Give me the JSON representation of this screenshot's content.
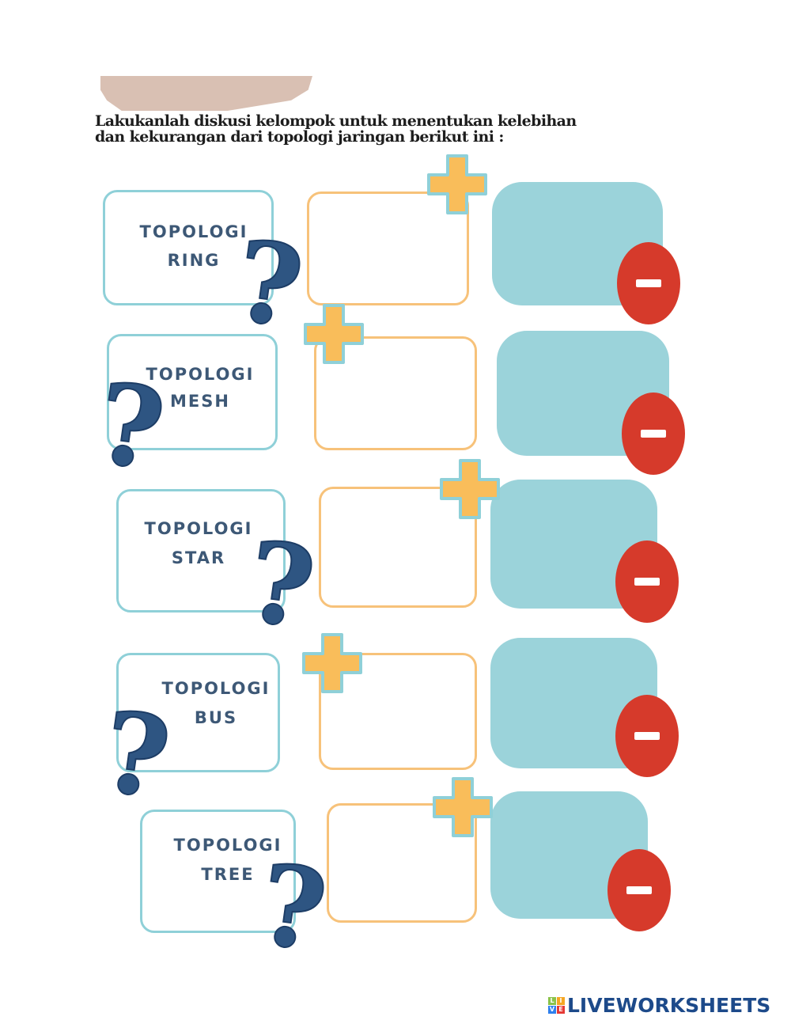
{
  "instruction": "Lakukanlah diskusi kelompok untuk menentukan kelebihan dan kekurangan dari topologi jaringan berikut ini :",
  "rows": [
    {
      "line1": "TOPOLOGI",
      "line2": "RING"
    },
    {
      "line1": "TOPOLOGI",
      "line2": "MESH"
    },
    {
      "line1": "TOPOLOGI",
      "line2": "STAR"
    },
    {
      "line1": "TOPOLOGI",
      "line2": "BUS"
    },
    {
      "line1": "TOPOLOGI",
      "line2": "TREE"
    }
  ],
  "logo": {
    "text": "LIVEWORKSHEETS",
    "letters": [
      "L",
      "I",
      "V",
      "E"
    ],
    "colors": [
      "#8bc34a",
      "#f5a623",
      "#2f80ed",
      "#e53935"
    ]
  },
  "colors": {
    "label_border": "#8fd0d8",
    "answer_border": "#f7c27a",
    "negative_fill": "#9bd3da",
    "plus": "#f9bd5a",
    "minus": "#d63a2b",
    "question": "#2e5582"
  }
}
